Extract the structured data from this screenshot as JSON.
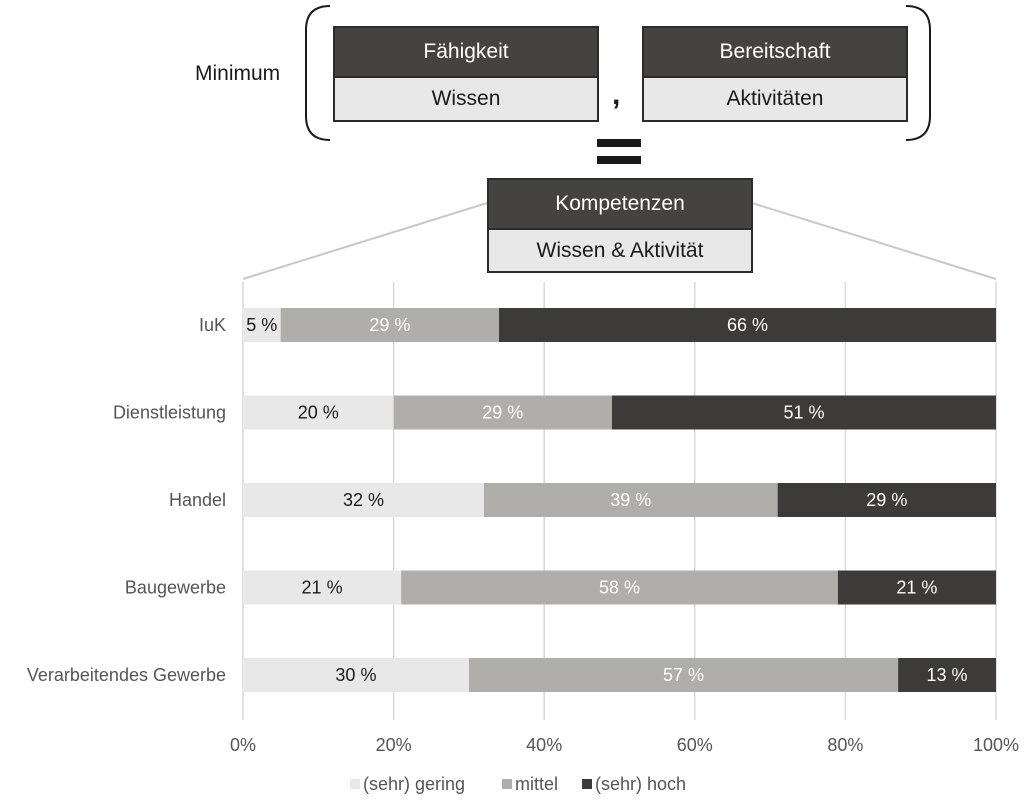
{
  "header": {
    "minimum_label": "Minimum",
    "box1": {
      "top": "Fähigkeit",
      "bottom": "Wissen"
    },
    "box2": {
      "top": "Bereitschaft",
      "bottom": "Aktivitäten"
    },
    "separator": ",",
    "result": {
      "top": "Kompetenzen",
      "bottom": "Wissen & Aktivität"
    }
  },
  "chart_data": {
    "type": "bar",
    "orientation": "horizontal",
    "stacked": true,
    "categories": [
      "IuK",
      "Dienstleistung",
      "Handel",
      "Baugewerbe",
      "Verarbeitendes Gewerbe"
    ],
    "series": [
      {
        "name": "(sehr) gering",
        "color": "#e8e8e8",
        "label_color": "#1a1a1a",
        "values": [
          5,
          20,
          32,
          21,
          30
        ],
        "labels": [
          "5 %",
          "20 %",
          "32 %",
          "21 %",
          "30 %"
        ]
      },
      {
        "name": "mittel",
        "color": "#b0aeab",
        "label_color": "#ffffff",
        "values": [
          29,
          29,
          39,
          58,
          57
        ],
        "labels": [
          "29 %",
          "29 %",
          "39 %",
          "58 %",
          "57 %"
        ]
      },
      {
        "name": "(sehr) hoch",
        "color": "#3d3b39",
        "label_color": "#ffffff",
        "values": [
          66,
          51,
          29,
          21,
          13
        ],
        "labels": [
          "66 %",
          "51 %",
          "29 %",
          "21 %",
          "13 %"
        ]
      }
    ],
    "xlim": [
      0,
      100
    ],
    "xticks": [
      0,
      20,
      40,
      60,
      80,
      100
    ],
    "xtick_labels": [
      "0%",
      "20%",
      "40%",
      "60%",
      "80%",
      "100%"
    ],
    "grid": true,
    "legend": "bottom",
    "title": "",
    "xlabel": "",
    "ylabel": ""
  }
}
